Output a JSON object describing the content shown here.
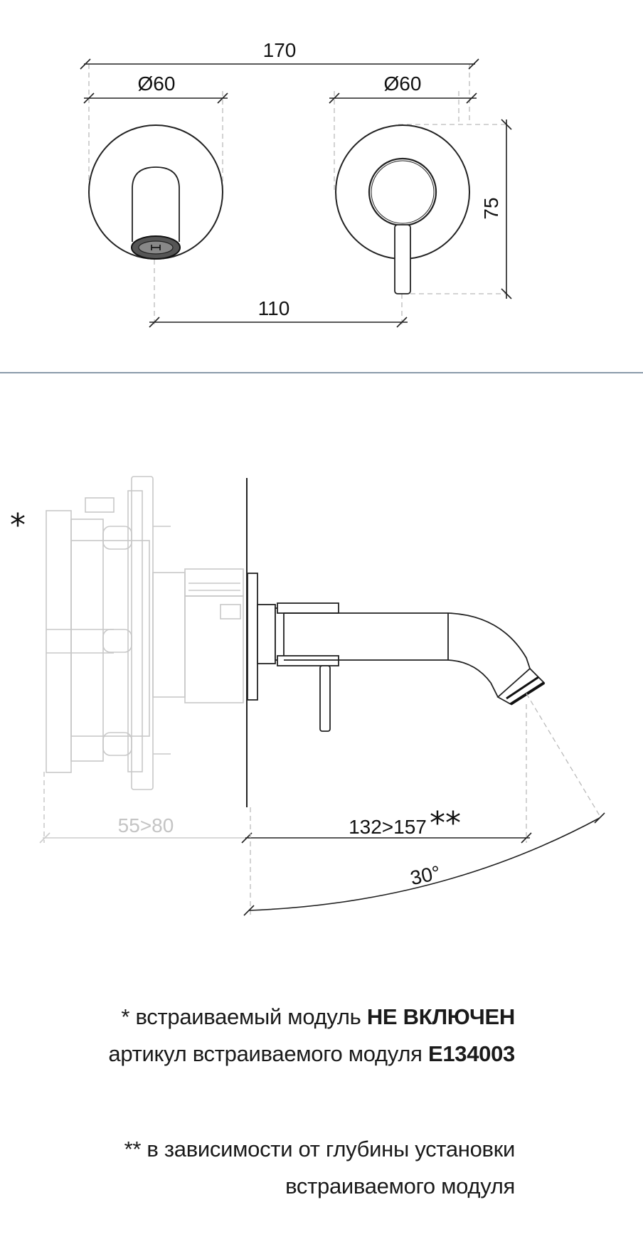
{
  "front_view": {
    "overall_width": "170",
    "left_diameter": "Ø60",
    "right_diameter": "Ø60",
    "height": "75",
    "spout_to_lever": "110"
  },
  "side_view": {
    "module_mark": "*",
    "module_depth": "55>80",
    "projection": "132>157",
    "projection_mark": "**",
    "angle": "30°"
  },
  "notes": {
    "note1_prefix": "* встраиваемый модуль ",
    "note1_bold": "НЕ ВКЛЮЧЕН",
    "note2_prefix": "артикул встраиваемого модуля ",
    "note2_bold": "E134003",
    "note3_line1": "** в зависимости от глубины установки",
    "note3_line2": "встраиваемого модуля"
  }
}
